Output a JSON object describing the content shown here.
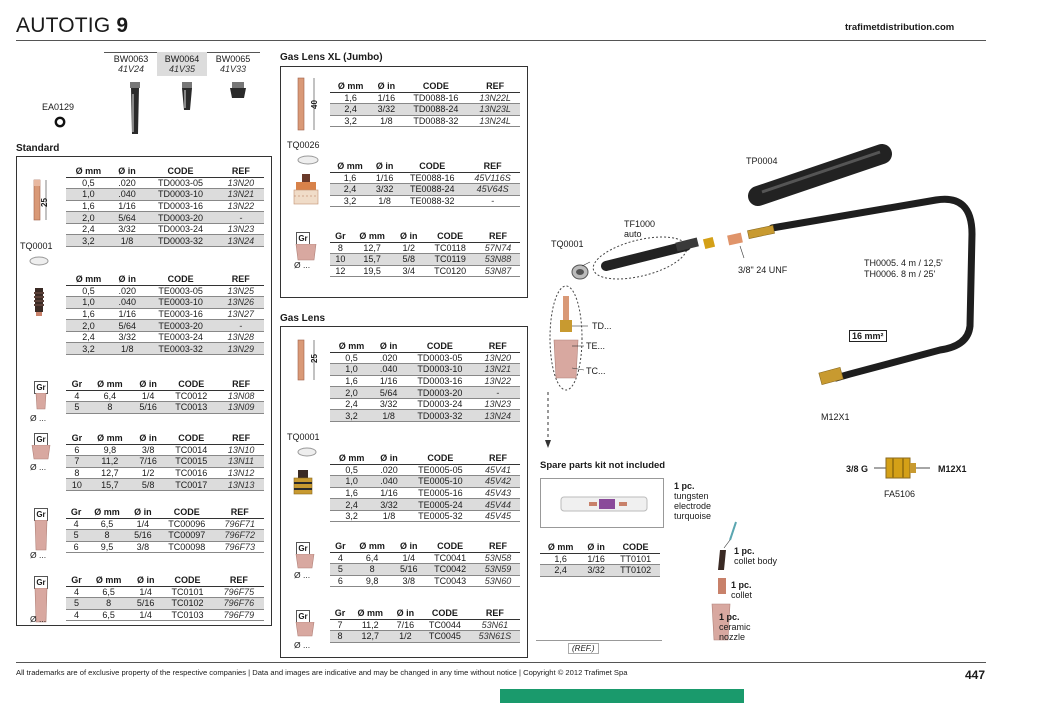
{
  "header": {
    "title": "AUTOTIG",
    "title_num": "9",
    "site": "trafimetdistribution.com"
  },
  "bw": [
    {
      "code": "BW0063",
      "sub": "41V24"
    },
    {
      "code": "BW0064",
      "sub": "41V35"
    },
    {
      "code": "BW0065",
      "sub": "41V33"
    }
  ],
  "ea": "EA0129",
  "standard": {
    "title": "Standard",
    "label25": "25",
    "tq": "TQ0001",
    "t1": {
      "cols": [
        "Ø mm",
        "Ø in",
        "CODE",
        "REF"
      ],
      "rows": [
        [
          "0,5",
          ".020",
          "TD0003-05",
          "13N20"
        ],
        [
          "1,0",
          ".040",
          "TD0003-10",
          "13N21"
        ],
        [
          "1,6",
          "1/16",
          "TD0003-16",
          "13N22"
        ],
        [
          "2,0",
          "5/64",
          "TD0003-20",
          "-"
        ],
        [
          "2,4",
          "3/32",
          "TD0003-24",
          "13N23"
        ],
        [
          "3,2",
          "1/8",
          "TD0003-32",
          "13N24"
        ]
      ]
    },
    "t2": {
      "cols": [
        "Ø mm",
        "Ø in",
        "CODE",
        "REF"
      ],
      "rows": [
        [
          "0,5",
          ".020",
          "TE0003-05",
          "13N25"
        ],
        [
          "1,0",
          ".040",
          "TE0003-10",
          "13N26"
        ],
        [
          "1,6",
          "1/16",
          "TE0003-16",
          "13N27"
        ],
        [
          "2,0",
          "5/64",
          "TE0003-20",
          "-"
        ],
        [
          "2,4",
          "3/32",
          "TE0003-24",
          "13N28"
        ],
        [
          "3,2",
          "1/8",
          "TE0003-32",
          "13N29"
        ]
      ]
    },
    "t3": {
      "cols": [
        "Gr",
        "Ø mm",
        "Ø in",
        "CODE",
        "REF"
      ],
      "rows": [
        [
          "4",
          "6,4",
          "1/4",
          "TC0012",
          "13N08"
        ],
        [
          "5",
          "8",
          "5/16",
          "TC0013",
          "13N09"
        ]
      ]
    },
    "t4": {
      "cols": [
        "Gr",
        "Ø mm",
        "Ø in",
        "CODE",
        "REF"
      ],
      "rows": [
        [
          "6",
          "9,8",
          "3/8",
          "TC0014",
          "13N10"
        ],
        [
          "7",
          "11,2",
          "7/16",
          "TC0015",
          "13N11"
        ],
        [
          "8",
          "12,7",
          "1/2",
          "TC0016",
          "13N12"
        ],
        [
          "10",
          "15,7",
          "5/8",
          "TC0017",
          "13N13"
        ]
      ]
    },
    "t5": {
      "cols": [
        "Gr",
        "Ø mm",
        "Ø in",
        "CODE",
        "REF"
      ],
      "rows": [
        [
          "4",
          "6,5",
          "1/4",
          "TC00096",
          "796F71"
        ],
        [
          "5",
          "8",
          "5/16",
          "TC00097",
          "796F72"
        ],
        [
          "6",
          "9,5",
          "3/8",
          "TC00098",
          "796F73"
        ]
      ]
    },
    "t6": {
      "cols": [
        "Gr",
        "Ø mm",
        "Ø in",
        "CODE",
        "REF"
      ],
      "rows": [
        [
          "4",
          "6,5",
          "1/4",
          "TC0101",
          "796F75"
        ],
        [
          "5",
          "8",
          "5/16",
          "TC0102",
          "796F76"
        ],
        [
          "4",
          "6,5",
          "1/4",
          "TC0103",
          "796F79"
        ]
      ]
    }
  },
  "gr_label": "Gr",
  "tail_label": "Ø ...",
  "lensxl": {
    "title": "Gas Lens XL (Jumbo)",
    "label40": "40",
    "tq": "TQ0026",
    "t1": {
      "cols": [
        "Ø mm",
        "Ø in",
        "CODE",
        "REF"
      ],
      "rows": [
        [
          "1,6",
          "1/16",
          "TD0088-16",
          "13N22L"
        ],
        [
          "2,4",
          "3/32",
          "TD0088-24",
          "13N23L"
        ],
        [
          "3,2",
          "1/8",
          "TD0088-32",
          "13N24L"
        ]
      ]
    },
    "t2": {
      "cols": [
        "Ø mm",
        "Ø in",
        "CODE",
        "REF"
      ],
      "rows": [
        [
          "1,6",
          "1/16",
          "TE0088-16",
          "45V116S"
        ],
        [
          "2,4",
          "3/32",
          "TE0088-24",
          "45V64S"
        ],
        [
          "3,2",
          "1/8",
          "TE0088-32",
          "-"
        ]
      ]
    },
    "t3": {
      "cols": [
        "Gr",
        "Ø mm",
        "Ø in",
        "CODE",
        "REF"
      ],
      "rows": [
        [
          "8",
          "12,7",
          "1/2",
          "TC0118",
          "57N74"
        ],
        [
          "10",
          "15,7",
          "5/8",
          "TC0119",
          "53N88"
        ],
        [
          "12",
          "19,5",
          "3/4",
          "TC0120",
          "53N87"
        ]
      ]
    }
  },
  "lens": {
    "title": "Gas Lens",
    "label25": "25",
    "tq": "TQ0001",
    "t1": {
      "cols": [
        "Ø mm",
        "Ø in",
        "CODE",
        "REF"
      ],
      "rows": [
        [
          "0,5",
          ".020",
          "TD0003-05",
          "13N20"
        ],
        [
          "1,0",
          ".040",
          "TD0003-10",
          "13N21"
        ],
        [
          "1,6",
          "1/16",
          "TD0003-16",
          "13N22"
        ],
        [
          "2,0",
          "5/64",
          "TD0003-20",
          "-"
        ],
        [
          "2,4",
          "3/32",
          "TD0003-24",
          "13N23"
        ],
        [
          "3,2",
          "1/8",
          "TD0003-32",
          "13N24"
        ]
      ]
    },
    "t2": {
      "cols": [
        "Ø mm",
        "Ø in",
        "CODE",
        "REF"
      ],
      "rows": [
        [
          "0,5",
          ".020",
          "TE0005-05",
          "45V41"
        ],
        [
          "1,0",
          ".040",
          "TE0005-10",
          "45V42"
        ],
        [
          "1,6",
          "1/16",
          "TE0005-16",
          "45V43"
        ],
        [
          "2,4",
          "3/32",
          "TE0005-24",
          "45V44"
        ],
        [
          "3,2",
          "1/8",
          "TE0005-32",
          "45V45"
        ]
      ]
    },
    "t3": {
      "cols": [
        "Gr",
        "Ø mm",
        "Ø in",
        "CODE",
        "REF"
      ],
      "rows": [
        [
          "4",
          "6,4",
          "1/4",
          "TC0041",
          "53N58"
        ],
        [
          "5",
          "8",
          "5/16",
          "TC0042",
          "53N59"
        ],
        [
          "6",
          "9,8",
          "3/8",
          "TC0043",
          "53N60"
        ]
      ]
    },
    "t4": {
      "cols": [
        "Gr",
        "Ø mm",
        "Ø in",
        "CODE",
        "REF"
      ],
      "rows": [
        [
          "7",
          "11,2",
          "7/16",
          "TC0044",
          "53N61"
        ],
        [
          "8",
          "12,7",
          "1/2",
          "TC0045",
          "53N61S"
        ]
      ]
    }
  },
  "torch": {
    "tp": "TP0004",
    "tf": "TF1000",
    "auto": "auto",
    "tq": "TQ0001",
    "unf": "3/8\" 24 UNF",
    "th1": "TH0005. 4 m / 12,5'",
    "th2": "TH0006. 8 m / 25'",
    "mm2": "16 mm²",
    "m12": "M12X1",
    "td": "TD...",
    "te": "TE...",
    "tc": "TC..."
  },
  "spare": {
    "title": "Spare parts kit not included",
    "l1a": "1 pc.",
    "l1b": "tungsten",
    "l1c": "electrode",
    "l1d": "turquoise",
    "cols": [
      "Ø mm",
      "Ø in",
      "CODE"
    ],
    "rows": [
      [
        "1,6",
        "1/16",
        "TT0101"
      ],
      [
        "2,4",
        "3/32",
        "TT0102"
      ]
    ],
    "l2a": "1 pc.",
    "l2b": "collet body",
    "l3a": "1 pc.",
    "l3b": "collet",
    "l4a": "1 pc.",
    "l4b": "ceramic",
    "l4c": "nozzle",
    "ref": "(REF.)"
  },
  "adapter": {
    "left": "3/8 G",
    "right": "M12X1",
    "code": "FA5106"
  },
  "footer": {
    "text": "All trademarks are of exclusive property of the respective companies  |  Data and images are indicative and may be changed in any time without notice  |  Copyright © 2012 Trafimet Spa",
    "page": "447"
  },
  "colors": {
    "accent": "#1a9a6c",
    "shade": "#dcdcdc",
    "copper": "#c8816a",
    "brass": "#d4a017"
  }
}
